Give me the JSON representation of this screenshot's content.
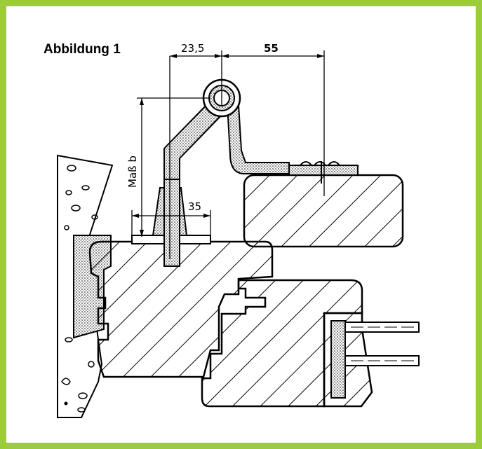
{
  "figure": {
    "title": "Abbildung 1",
    "frame_color": "#9ccb3b"
  },
  "dimensions": {
    "top_left": "23,5",
    "top_right": "55",
    "vertical": "Maß b",
    "middle": "35"
  }
}
